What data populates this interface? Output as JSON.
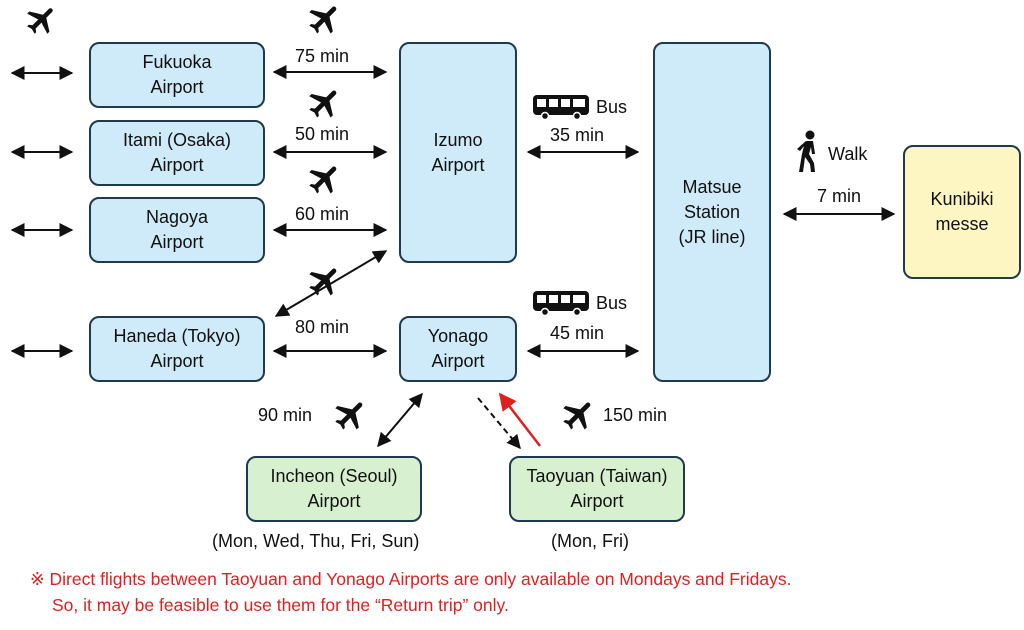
{
  "airports": {
    "fukuoka": [
      "Fukuoka",
      "Airport"
    ],
    "itami": [
      "Itami (Osaka)",
      "Airport"
    ],
    "nagoya": [
      "Nagoya",
      "Airport"
    ],
    "haneda": [
      "Haneda (Tokyo)",
      "Airport"
    ],
    "izumo": [
      "Izumo",
      "Airport"
    ],
    "yonago": [
      "Yonago",
      "Airport"
    ],
    "incheon": [
      "Incheon (Seoul)",
      "Airport"
    ],
    "taoyuan": [
      "Taoyuan (Taiwan)",
      "Airport"
    ]
  },
  "matsue": [
    "Matsue",
    "Station",
    "(JR line)"
  ],
  "kunibiki": [
    "Kunibiki",
    "messe"
  ],
  "times": {
    "fukuoka": "75 min",
    "itami": "50 min",
    "nagoya": "60 min",
    "haneda": "80 min",
    "izumo_bus": "35 min",
    "yonago_bus": "45 min",
    "walk": "7 min",
    "incheon": "90 min",
    "taoyuan": "150 min"
  },
  "modes": {
    "bus": "Bus",
    "walk": "Walk"
  },
  "schedules": {
    "incheon": "(Mon, Wed, Thu, Fri, Sun)",
    "taoyuan": "(Mon, Fri)"
  },
  "note": {
    "line1": "※ Direct flights between Taoyuan and Yonago Airports are only available on Mondays and Fridays.",
    "line2": "So, it may be feasible to use them for the “Return trip” only."
  },
  "colors": {
    "airport_domestic": "#cfeaf8",
    "airport_international": "#d7f0cf",
    "venue": "#fdf6c3",
    "note_text": "#e02020",
    "return_arrow": "#e02020"
  },
  "icons": [
    "airplane-icon",
    "bus-icon",
    "walking-person-icon"
  ]
}
